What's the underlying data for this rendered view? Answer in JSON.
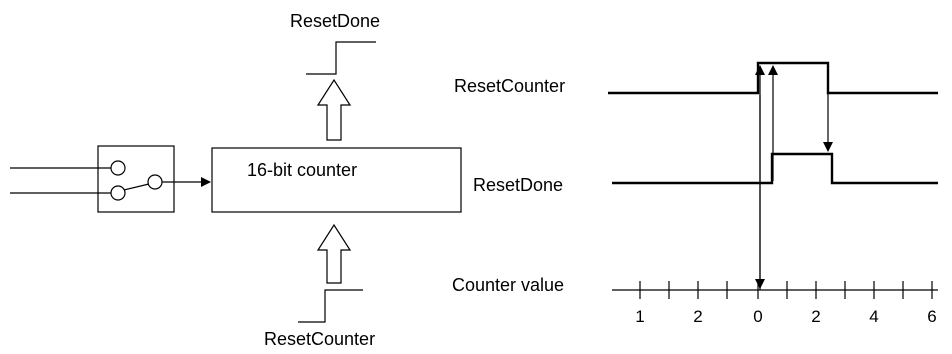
{
  "block": {
    "counter_label": "16-bit counter",
    "output_label": "ResetDone",
    "input_label": "ResetCounter"
  },
  "timing": {
    "signals": [
      {
        "label": "ResetCounter"
      },
      {
        "label": "ResetDone"
      },
      {
        "label": "Counter value"
      }
    ],
    "counter_ticks": [
      "1",
      "2",
      "0",
      "2",
      "4",
      "6"
    ]
  }
}
